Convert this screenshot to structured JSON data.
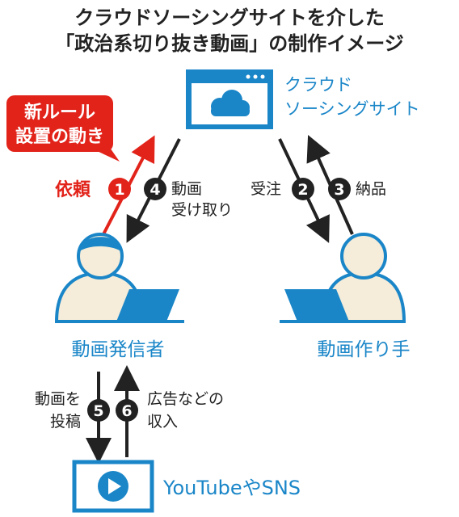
{
  "title": {
    "line1": "クラウドソーシングサイトを介した",
    "line2": "「政治系切り抜き動画」の制作イメージ"
  },
  "callout": {
    "line1": "新ルール",
    "line2": "設置の動き"
  },
  "nodes": {
    "platform": {
      "line1": "クラウド",
      "line2": "ソーシングサイト",
      "icon": "cloud-icon"
    },
    "publisher": {
      "label": "動画発信者",
      "icon": "person-laptop-icon"
    },
    "creator": {
      "label": "動画作り手",
      "icon": "person-laptop-icon"
    },
    "youtube": {
      "label": "YouTubeやSNS",
      "icon": "play-icon"
    }
  },
  "steps": [
    {
      "num": "1",
      "lines": [
        "依頼"
      ]
    },
    {
      "num": "2",
      "lines": [
        "受注"
      ]
    },
    {
      "num": "3",
      "lines": [
        "納品"
      ]
    },
    {
      "num": "4",
      "lines": [
        "動画",
        "受け取り"
      ]
    },
    {
      "num": "5",
      "lines": [
        "動画を",
        "投稿"
      ]
    },
    {
      "num": "6",
      "lines": [
        "広告などの",
        "収入"
      ]
    }
  ],
  "colors": {
    "blue": "#1a86c8",
    "red": "#e2231a",
    "black": "#222222",
    "skin": "#f5ecd9"
  }
}
